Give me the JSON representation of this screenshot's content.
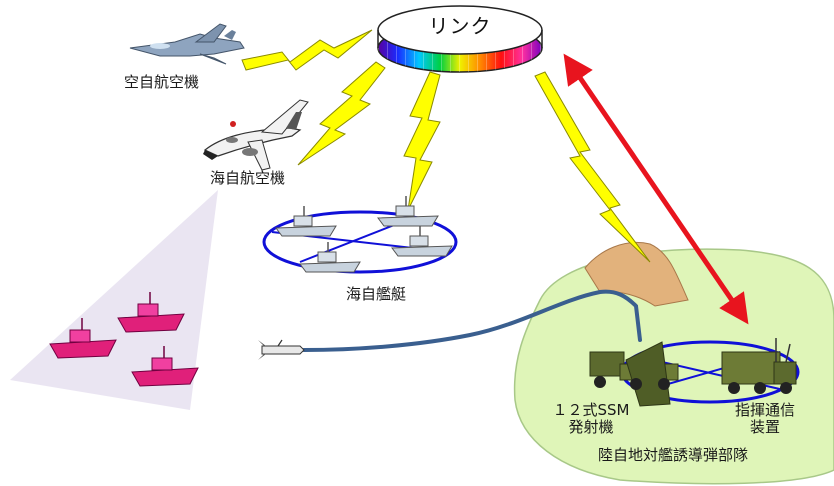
{
  "link": {
    "label": "リンク"
  },
  "labels": {
    "asdf_aircraft": "空自航空機",
    "msdf_aircraft": "海自航空機",
    "msdf_ships": "海自艦艇",
    "launcher_line1": "１２式SSM",
    "launcher_line2": "発射機",
    "command_line1": "指揮通信",
    "command_line2": "装置",
    "gsdf_unit": "陸自地対艦誘導弾部隊"
  },
  "colors": {
    "lightning": "#ffff00",
    "lightning_outline": "#8a8a00",
    "arrow": "#e8141e",
    "network_ring": "#1010d8",
    "enemy_ship": "#e0207a",
    "land_area": "#dff5b8",
    "missile_path": "#3a5f8f",
    "radar_cone": "#e6e1f0"
  }
}
